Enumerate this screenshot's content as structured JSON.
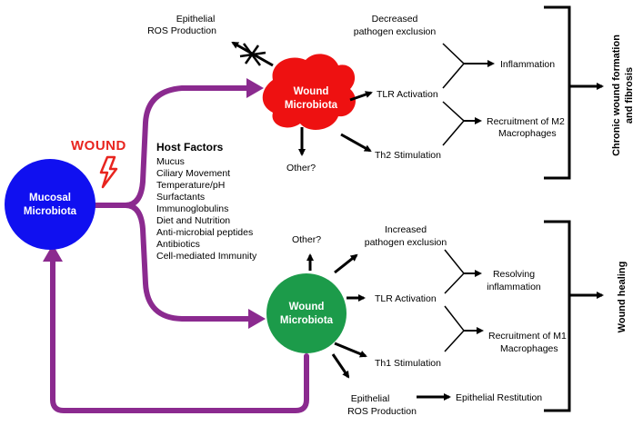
{
  "colors": {
    "mucosal": "#1010f0",
    "wound_bad": "#ee1111",
    "wound_good": "#1c9b4a",
    "path_arrow": "#8b2a8f",
    "wound_text": "#e8251f",
    "lightning": "#e8251f"
  },
  "wound_label": "WOUND",
  "mucosal": {
    "line1": "Mucosal",
    "line2": "Microbiota"
  },
  "host_factors": {
    "title": "Host Factors",
    "items": [
      "Mucus",
      "Ciliary Movement",
      "Temperature/pH",
      "Surfactants",
      "Immunoglobulins",
      "Diet and Nutrition",
      "Anti-microbial peptides",
      "Antibiotics",
      "Cell-mediated Immunity"
    ]
  },
  "top": {
    "node": {
      "line1": "Wound",
      "line2": "Microbiota"
    },
    "epithelial_ros": {
      "line1": "Epithelial",
      "line2": "ROS Production"
    },
    "other": "Other?",
    "tlr": "TLR Activation",
    "th": "Th2 Stimulation",
    "pathogen": {
      "line1": "Decreased",
      "line2": "pathogen exclusion"
    },
    "outcome1": "Inflammation",
    "outcome2": {
      "line1": "Recruitment of M2",
      "line2": "Macrophages"
    },
    "bracket": {
      "line1": "Chronic wound formation",
      "line2": "and fibrosis"
    }
  },
  "bottom": {
    "node": {
      "line1": "Wound",
      "line2": "Microbiota"
    },
    "other": "Other?",
    "pathogen": {
      "line1": "Increased",
      "line2": "pathogen exclusion"
    },
    "tlr": "TLR Activation",
    "th": "Th1 Stimulation",
    "epithelial_ros": {
      "line1": "Epithelial",
      "line2": "ROS Production"
    },
    "restitution": "Epithelial Restitution",
    "outcome1": {
      "line1": "Resolving",
      "line2": "inflammation"
    },
    "outcome2": {
      "line1": "Recruitment of M1",
      "line2": "Macrophages"
    },
    "bracket": "Wound healing"
  }
}
